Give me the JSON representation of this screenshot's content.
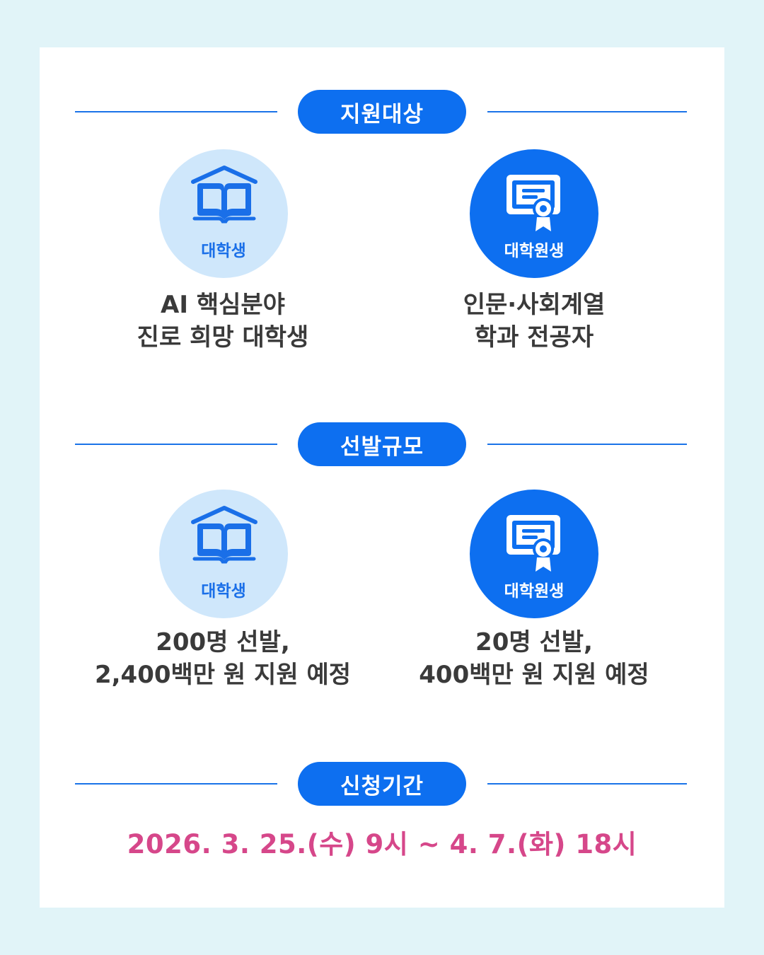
{
  "colors": {
    "background": "#e1f4f8",
    "card": "#ffffff",
    "accent": "#0d6ff0",
    "light_circle": "#cfe7fb",
    "body_text": "#3a3a3a",
    "period_text": "#d6478a"
  },
  "sections": {
    "target": {
      "title": "지원대상",
      "undergrad": {
        "icon": "book-house-icon",
        "badge": "대학생",
        "line1": "AI 핵심분야",
        "line2": "진로 희망 대학생"
      },
      "grad": {
        "icon": "certificate-icon",
        "badge": "대학원생",
        "line1": "인문·사회계열",
        "line2": "학과 전공자"
      }
    },
    "scale": {
      "title": "선발규모",
      "undergrad": {
        "icon": "book-house-icon",
        "badge": "대학생",
        "line1": "200명 선발,",
        "line2": "2,400백만 원 지원 예정"
      },
      "grad": {
        "icon": "certificate-icon",
        "badge": "대학원생",
        "line1": "20명 선발,",
        "line2": "400백만 원 지원 예정"
      }
    },
    "period": {
      "title": "신청기간",
      "text": "2026. 3. 25.(수) 9시 ~ 4. 7.(화) 18시"
    }
  }
}
